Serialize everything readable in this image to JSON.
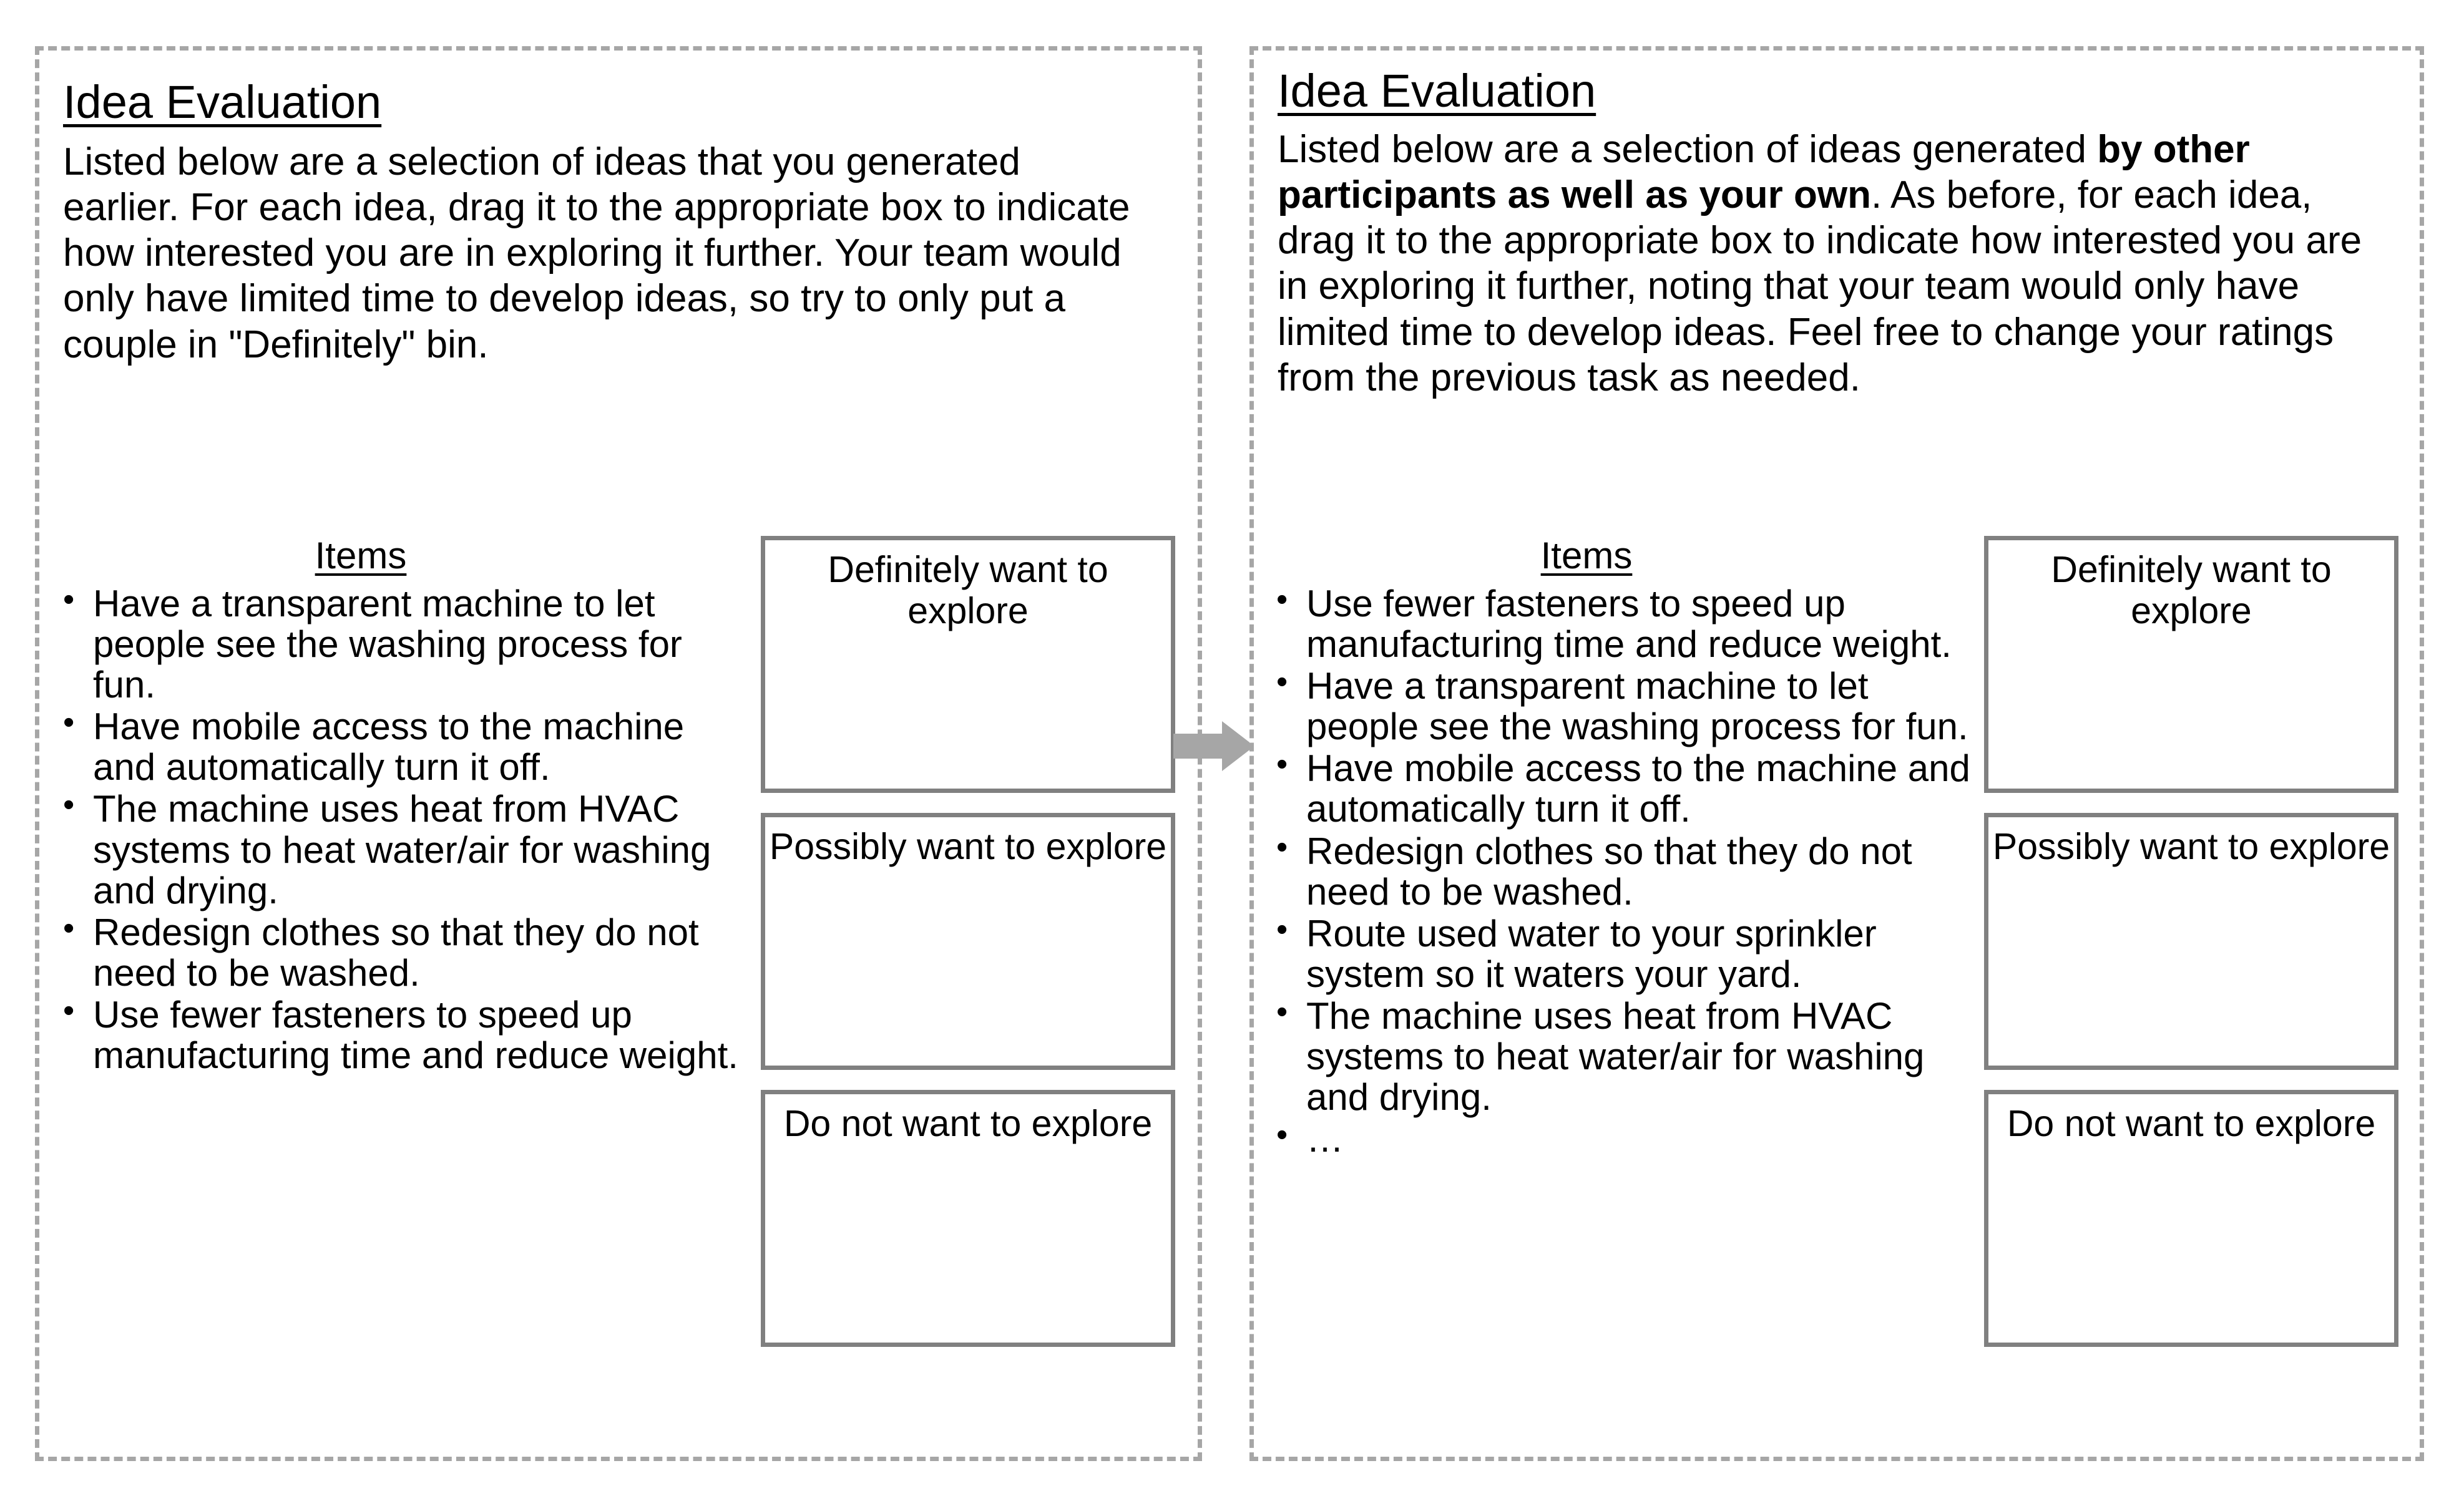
{
  "slide": {
    "arrow_icon": "right-block-arrow",
    "border_color": "#a6a6a6",
    "box_border_color": "#808080",
    "arrow_color": "#a6a6a6"
  },
  "left_panel": {
    "title": "Idea Evaluation",
    "intro_plain_1": "Listed below are a selection of ideas that you generated earlier. For each idea, drag it to the appropriate box to indicate how interested you are in exploring it further. Your team would only have limited time to develop ideas, so try to only put a couple in \"Definitely\" bin.",
    "items_heading": "Items",
    "items": [
      "Have a transparent machine to let people see the washing process for fun.",
      "Have mobile access to the machine and automatically turn it off.",
      "The machine uses heat from HVAC systems to heat water/air for washing and drying.",
      "Redesign clothes so that they do not need to be washed.",
      "Use fewer fasteners to speed up manufacturing time and reduce weight."
    ],
    "bins": [
      "Definitely want to explore",
      "Possibly want to explore",
      "Do not want to explore"
    ]
  },
  "right_panel": {
    "title": "Idea Evaluation",
    "intro_part_1": "Listed below are a selection of ideas generated ",
    "intro_bold": "by other participants as well as your own",
    "intro_part_2": ". As before, for each idea, drag it to the appropriate box to indicate how interested you are in exploring it further, noting that your team would only have limited time to develop ideas. Feel free to change your ratings from the previous task as needed.",
    "items_heading": "Items",
    "items": [
      "Use fewer fasteners to speed up manufacturing time and reduce weight.",
      "Have a transparent machine to let people see the washing process for fun.",
      "Have mobile access to the machine and automatically turn it off.",
      "Redesign clothes so that they do not need to be washed.",
      "Route used water to your sprinkler system so it waters your yard.",
      "The machine uses heat from HVAC systems to heat water/air for washing and drying.",
      "…"
    ],
    "bins": [
      "Definitely want to explore",
      "Possibly want to explore",
      "Do not want to explore"
    ]
  }
}
